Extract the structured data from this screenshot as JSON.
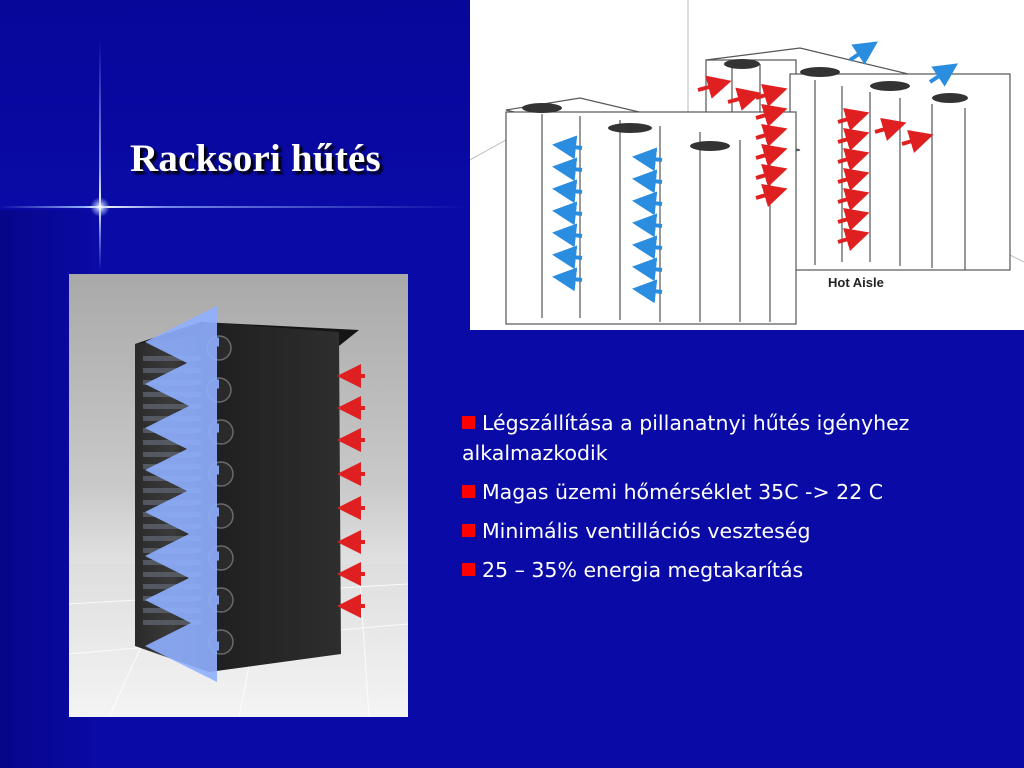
{
  "slide": {
    "title": "Racksori hűtés",
    "bullets": [
      "Légszállítása a pillanatnyi hűtés  igényhez alkalmazkodik",
      "Magas üzemi hőmérséklet 35C -> 22 C",
      "Minimális ventillációs veszteség",
      "25 – 35% energia megtakarítás"
    ],
    "bullet_color": "#ff0000",
    "background_color": "#0a0aa6",
    "title_color": "#ffffff"
  },
  "images": {
    "aisle_diagram": {
      "label": "Hot Aisle"
    },
    "rack_photo": {}
  }
}
